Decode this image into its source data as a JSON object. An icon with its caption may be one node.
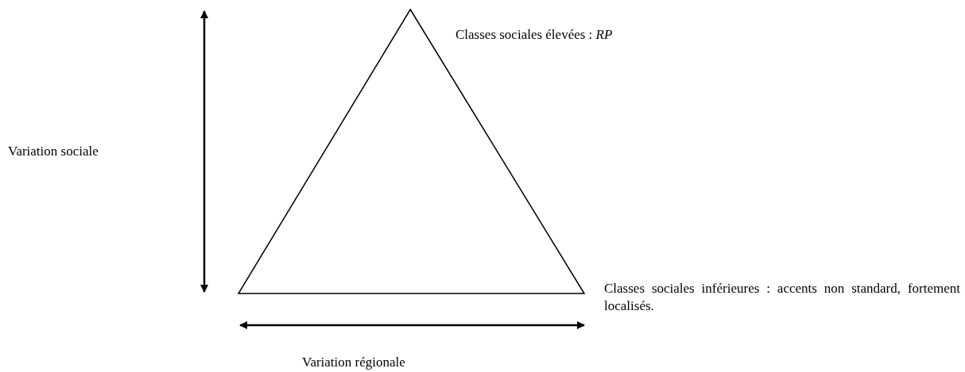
{
  "diagram": {
    "nodes": [
      {
        "text": [],
        "shape": "triangle"
      }
    ],
    "edges": [],
    "labels": [
      "Classes sociales élevées : *RP*",
      "Variation sociale",
      "Classes sociales inférieures : accents non standard, fortement localisés.",
      "Variation régionale"
    ]
  }
}
